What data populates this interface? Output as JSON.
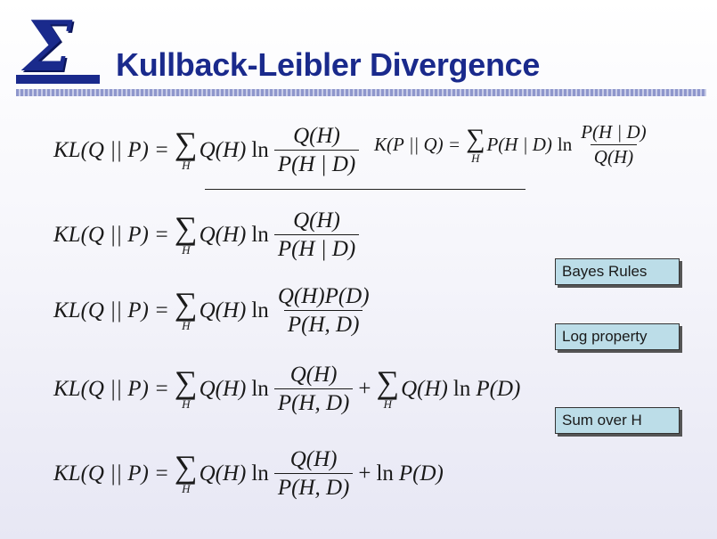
{
  "slide": {
    "title": "Kullback-Leibler Divergence",
    "logo": "sigma-logo"
  },
  "symbols": {
    "kl_lhs": "KL(Q || P) =",
    "k_lhs": "K(P || Q) =",
    "sum": "∑",
    "sum_index": "H",
    "ln": "ln",
    "plus": "+",
    "q_h": "Q(H)",
    "p_h_given_d": "P(H | D)",
    "p_h_and_d": "P(H, D)",
    "q_h_p_d": "Q(H)P(D)",
    "p_d": "P(D)"
  },
  "annotations": {
    "box1": "Bayes Rules",
    "box2": "Log property",
    "box3": "Sum over H"
  },
  "colors": {
    "title": "#1a2a8c",
    "box_fill": "#bcdde8"
  }
}
